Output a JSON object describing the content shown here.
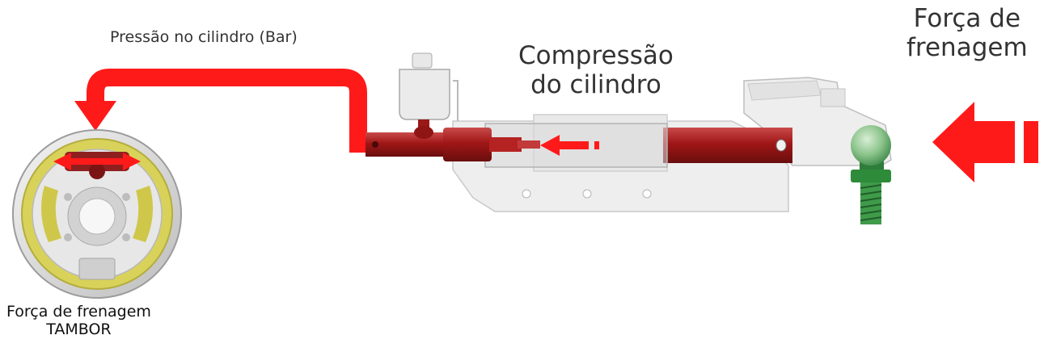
{
  "labels": {
    "pressure": "Pressão no cilindro (Bar)",
    "compression_line1": "Compressão",
    "compression_line2": "do cilindro",
    "force_line1": "Força de",
    "force_line2": "frenagem",
    "drum_line1": "Força de frenagem",
    "drum_line2": "TAMBOR"
  },
  "colors": {
    "arrow": "#ff1a1a",
    "cylinder": "#a31a1a",
    "drum_lining": "#d9d25a",
    "hitch_ball": "#2e8b3a",
    "frame": "#e6e6e6"
  }
}
